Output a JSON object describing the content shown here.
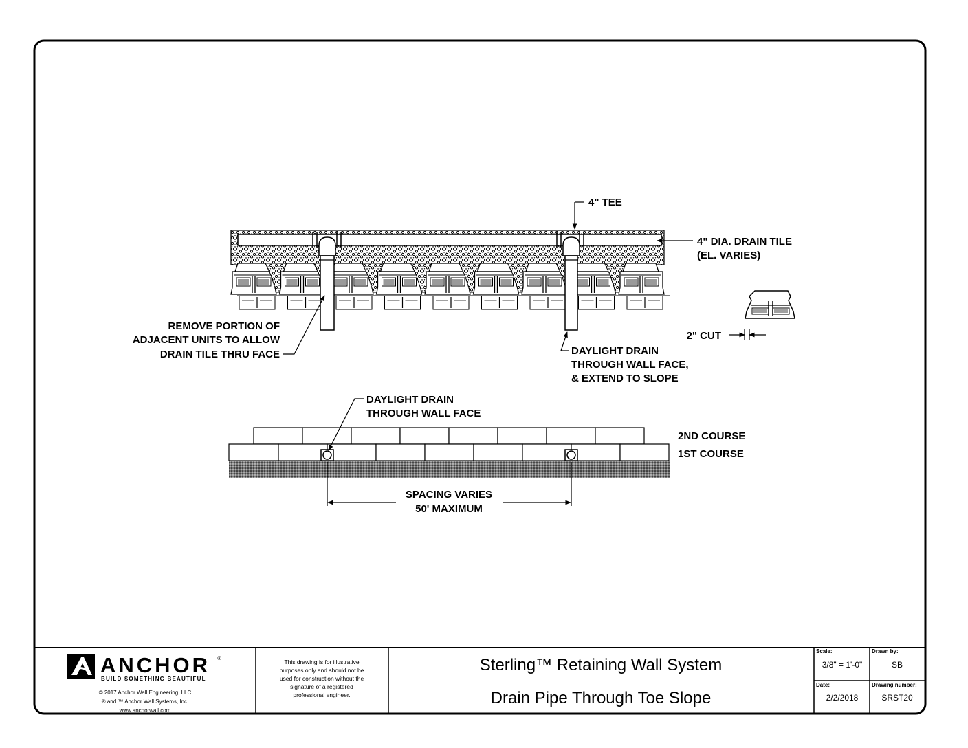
{
  "labels": {
    "tee": "4\" TEE",
    "drain_tile_1": "4\" DIA. DRAIN TILE",
    "drain_tile_2": "(EL. VARIES)",
    "remove_1": "REMOVE PORTION OF",
    "remove_2": "ADJACENT UNITS TO ALLOW",
    "remove_3": "DRAIN TILE THRU FACE",
    "daylight_plan_1": "DAYLIGHT DRAIN",
    "daylight_plan_2": "THROUGH WALL FACE,",
    "daylight_plan_3": "& EXTEND TO SLOPE",
    "cut": "2\" CUT",
    "daylight_elev_1": "DAYLIGHT DRAIN",
    "daylight_elev_2": "THROUGH WALL FACE",
    "course_2": "2ND COURSE",
    "course_1": "1ST COURSE",
    "spacing_1": "SPACING VARIES",
    "spacing_2": "50' MAXIMUM"
  },
  "title_block": {
    "brand": "ANCHOR",
    "tagline": "BUILD SOMETHING BEAUTIFUL",
    "copyright_1": "© 2017 Anchor Wall Engineering, LLC",
    "copyright_2": "® and ™ Anchor Wall Systems, Inc.",
    "website": "www.anchorwall.com",
    "disclaimer": [
      "This drawing is for illustrative",
      "purposes only and should not be",
      "used for construction without the",
      "signature of a registered",
      "professional engineer."
    ],
    "title": "Sterling™ Retaining Wall System",
    "subtitle": "Drain Pipe Through Toe Slope",
    "scale_label": "Scale:",
    "scale_value": "3/8\" = 1'-0\"",
    "drawn_by_label": "Drawn by:",
    "drawn_by_value": "SB",
    "date_label": "Date:",
    "date_value": "2/2/2018",
    "drawing_number_label": "Drawing number:",
    "drawing_number_value": "SRST20"
  },
  "colors": {
    "ink": "#000000",
    "paper": "#ffffff",
    "aggregate": "#8a8a8a"
  }
}
